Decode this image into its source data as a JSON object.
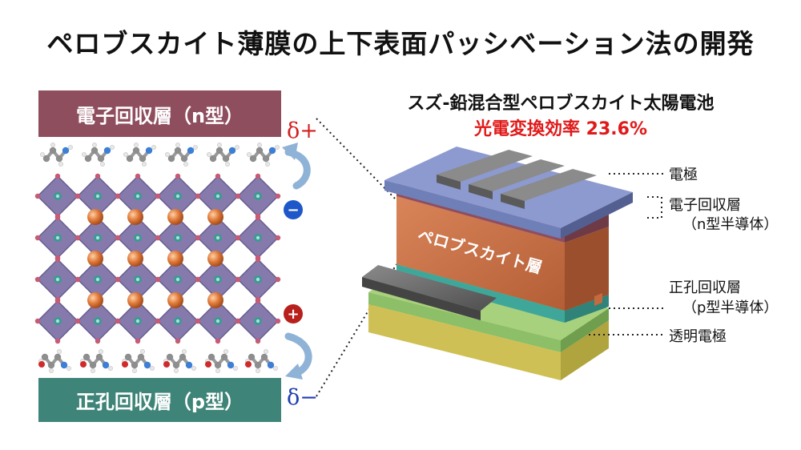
{
  "title": "ペロブスカイト薄膜の上下表面パッシベーション法の開発",
  "left": {
    "top_layer_label": "電子回収層（n型）",
    "bottom_layer_label": "正孔回収層（p型）",
    "delta_plus": "δ+",
    "delta_minus": "δ−",
    "minus_sign": "−",
    "plus_sign": "+"
  },
  "right": {
    "title": "スズ-鉛混合型ペロブスカイト太陽電池",
    "efficiency": "光電変換効率 23.6%",
    "stack_label": "ペロブスカイト層",
    "labels": {
      "electrode": "電極",
      "etl_line1": "電子回収層",
      "etl_line2": "（n型半導体）",
      "htl_line1": "正孔回収層",
      "htl_line2": "（p型半導体）",
      "tco": "透明電極"
    }
  },
  "colors": {
    "electron_layer": "#8f4e5e",
    "hole_layer": "#3f8478",
    "octahedron": "#7c6fa6",
    "cation": "#e07a3a",
    "delta_plus": "#d32020",
    "delta_minus": "#1e3fb0",
    "efficiency": "#e01a1a",
    "perovskite_layer": "#c46a3f",
    "htl_layer": "#3fa79a",
    "tco_layer": "#8cbf68",
    "substrate": "#d8c85a",
    "top_electrode": "#6f7fb8"
  }
}
